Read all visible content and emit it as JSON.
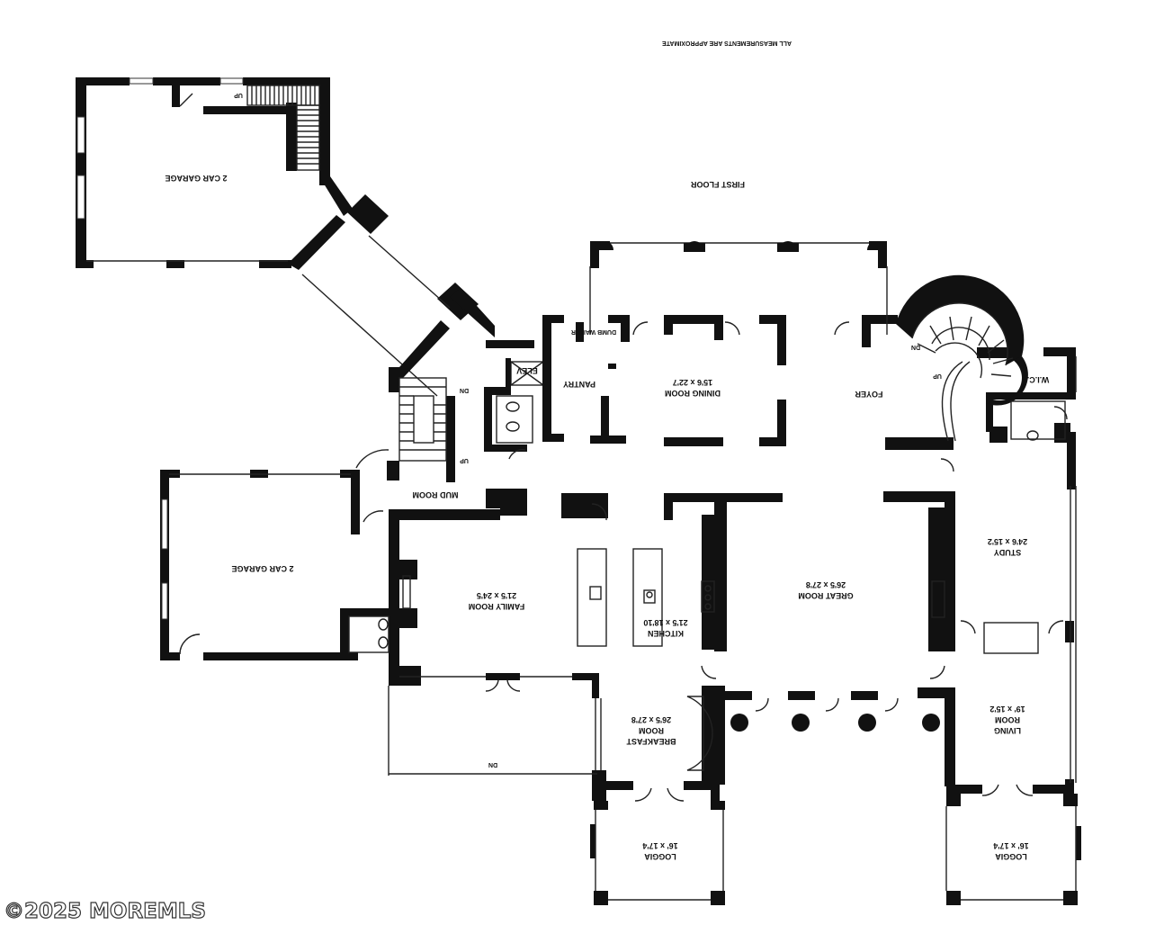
{
  "note": "ALL MEASUREMENTS ARE APPROXIMATE",
  "floor_title": "FIRST FLOOR",
  "watermark": "©2025 MOREMLS",
  "rooms": {
    "garage_top": {
      "name": "2 CAR GARAGE"
    },
    "garage_left": {
      "name": "2 CAR GARAGE"
    },
    "mud_room": {
      "name": "MUD ROOM"
    },
    "pantry": {
      "name": "PANTRY"
    },
    "elev": {
      "name": "ELEV"
    },
    "dumb_waiter": {
      "name": "DUMB WAITER"
    },
    "dining_room": {
      "name": "DINING ROOM",
      "dims": "15'6 x 22'7"
    },
    "foyer": {
      "name": "FOYER"
    },
    "wic": {
      "name": "W.I.C."
    },
    "study": {
      "name": "STUDY",
      "dims": "24'6 x 15'2"
    },
    "great_room": {
      "name": "GREAT ROOM",
      "dims": "26'5 x 27'8"
    },
    "kitchen": {
      "name": "KITCHEN",
      "dims": "21'5 x 18'10"
    },
    "family_room": {
      "name": "FAMILY ROOM",
      "dims": "21'5 x 24'5"
    },
    "breakfast_room": {
      "name_line1": "BREAKFAST",
      "name_line2": "ROOM",
      "dims": "26'5 x 27'8"
    },
    "living_room": {
      "name_line1": "LIVING",
      "name_line2": "ROOM",
      "dims": "19' x 15'2"
    },
    "loggia_left": {
      "name": "LOGGIA",
      "dims": "16' x 17'4"
    },
    "loggia_right": {
      "name": "LOGGIA",
      "dims": "16' x 17'4"
    }
  },
  "stair_labels": {
    "up": "UP",
    "dn": "DN"
  },
  "colors": {
    "wall": "#111111",
    "background": "#ffffff"
  }
}
